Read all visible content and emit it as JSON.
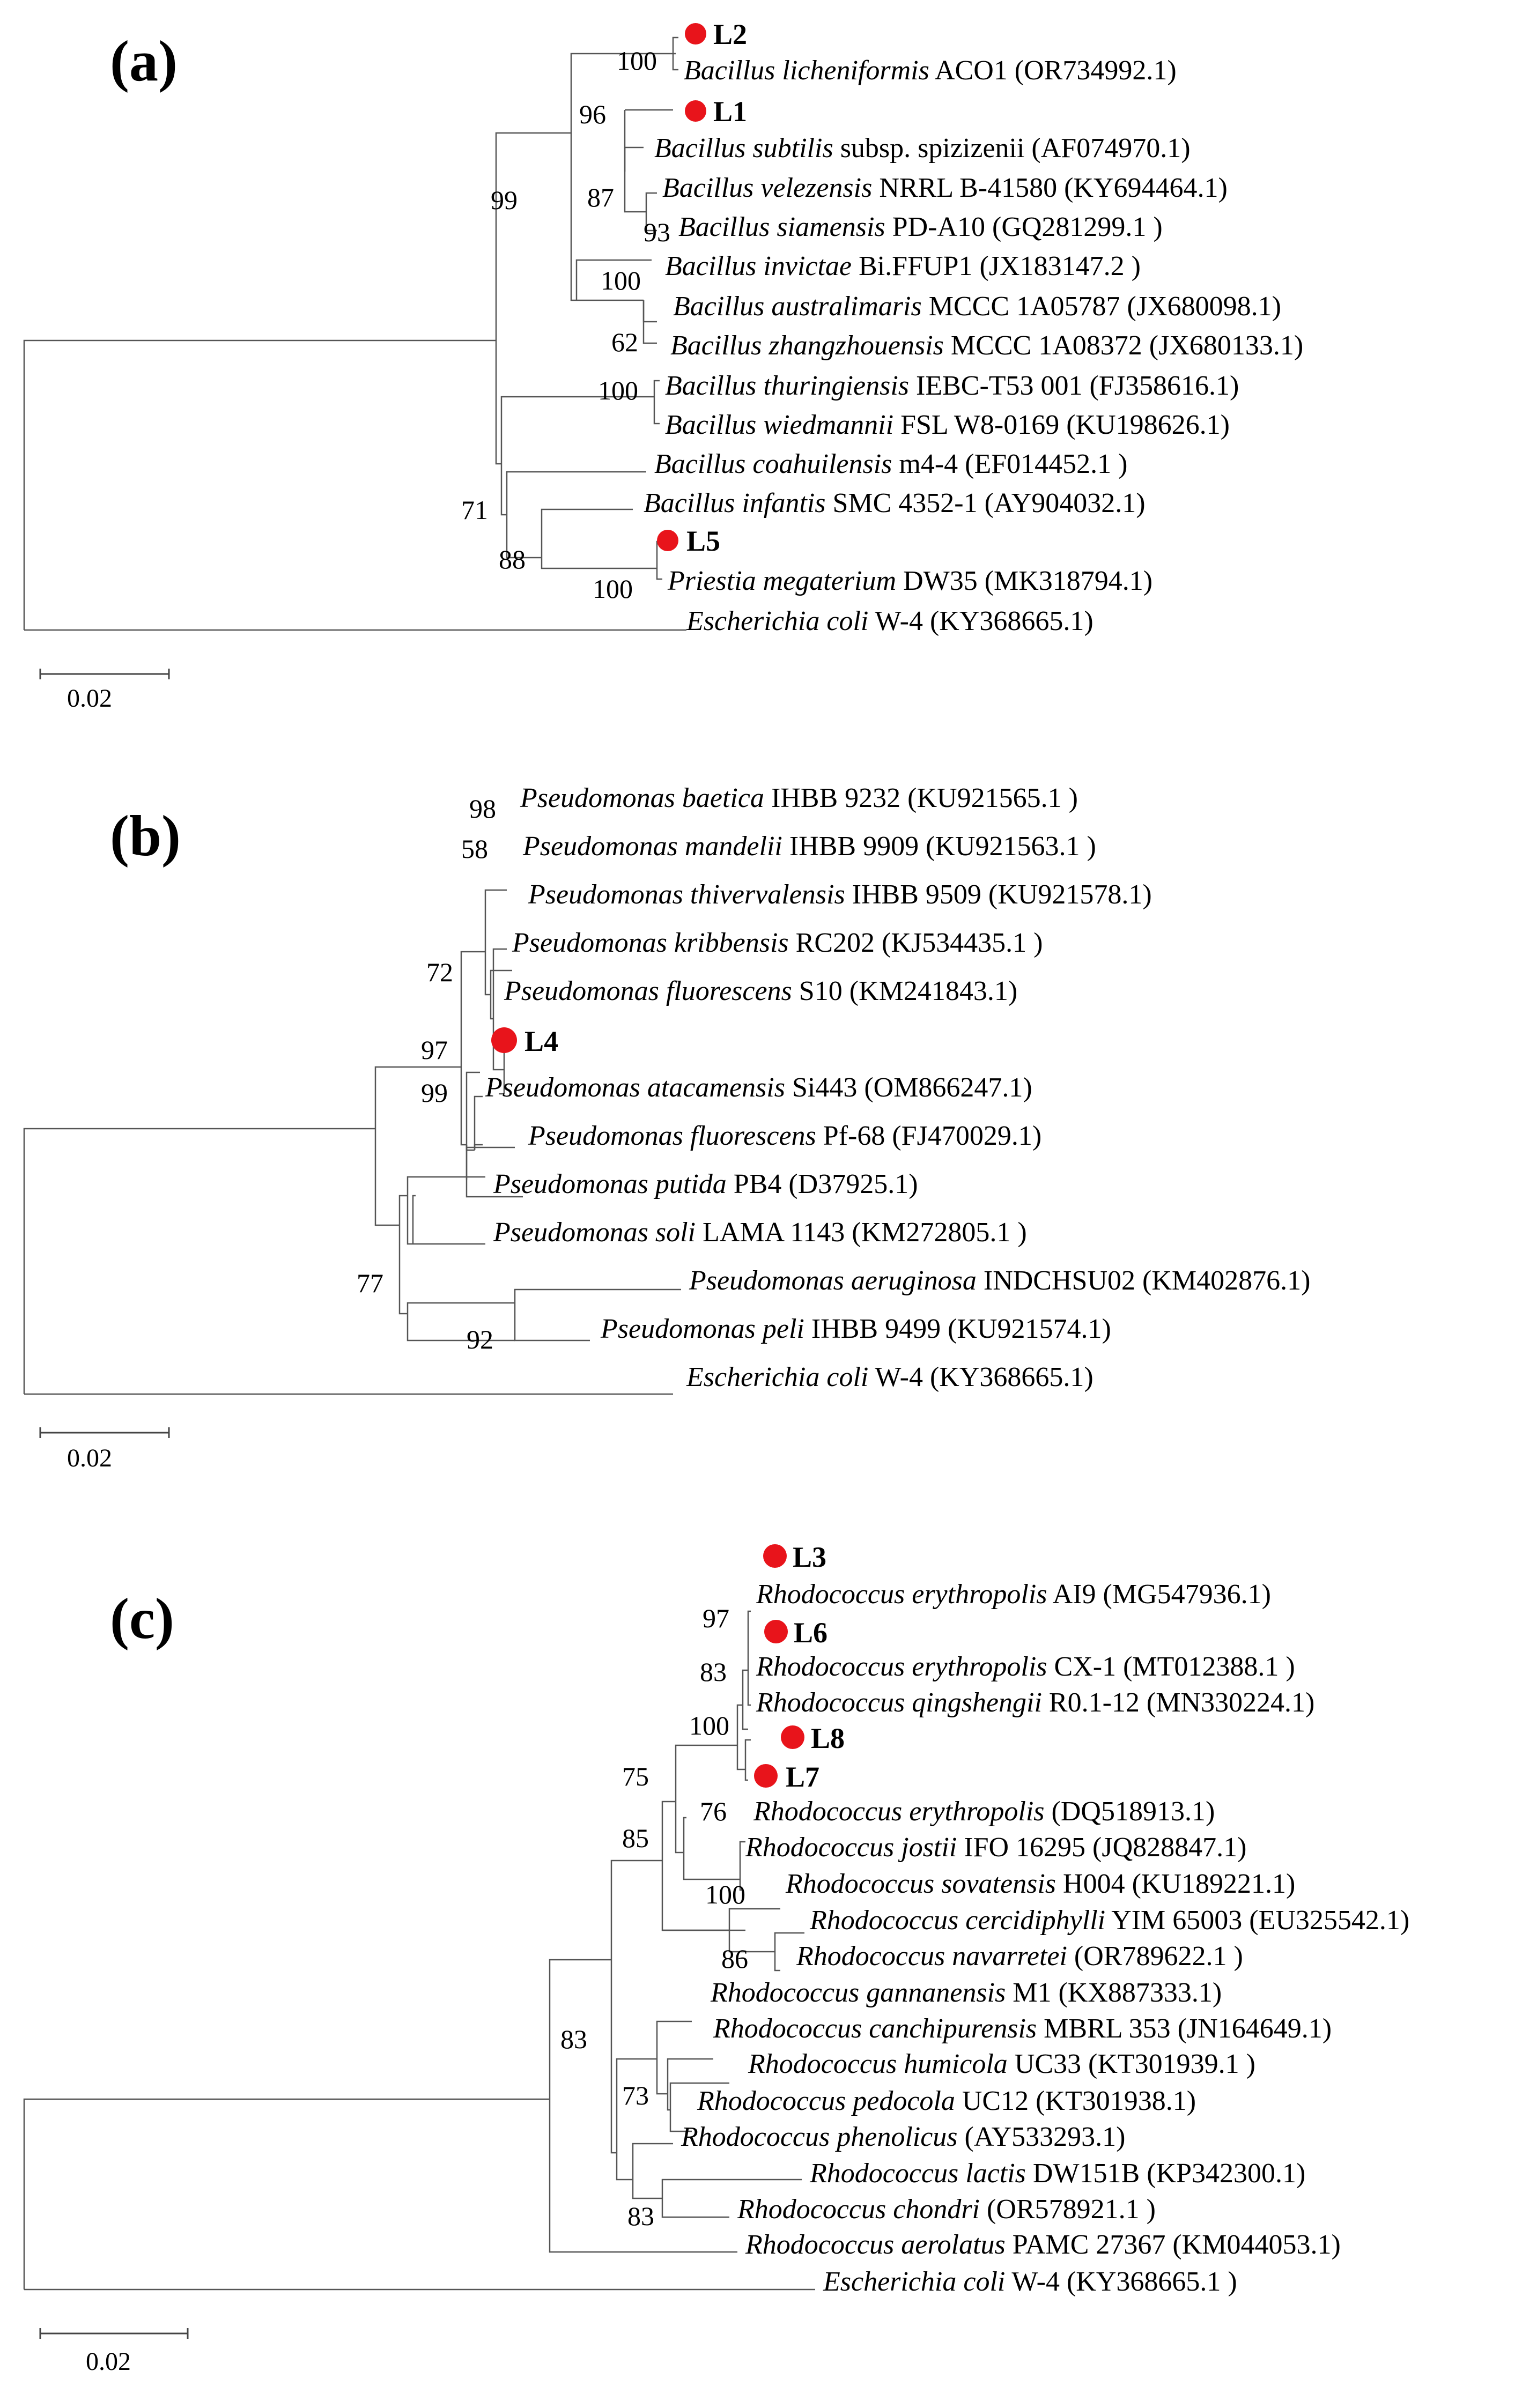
{
  "colors": {
    "marker": "#e8141b",
    "branch": "#555555",
    "text": "#000000"
  },
  "panels": [
    {
      "label": "(a)",
      "scale_bar": "0.02",
      "isolates": [
        "L2",
        "L1",
        "L5"
      ],
      "leaves": [
        {
          "species": "Bacillus licheniformis",
          "rest": "ACO1 (OR734992.1)"
        },
        {
          "species": "Bacillus subtilis",
          "rest": "subsp. spizizenii (AF074970.1)"
        },
        {
          "species": "Bacillus velezensis",
          "rest": "NRRL B-41580 (KY694464.1)"
        },
        {
          "species": "Bacillus siamensis",
          "rest": "PD-A10 (GQ281299.1 )"
        },
        {
          "species": "Bacillus invictae",
          "rest": "Bi.FFUP1 (JX183147.2 )"
        },
        {
          "species": "Bacillus australimaris",
          "rest": "MCCC 1A05787 (JX680098.1)"
        },
        {
          "species": "Bacillus zhangzhouensis",
          "rest": "MCCC 1A08372 (JX680133.1)"
        },
        {
          "species": "Bacillus thuringiensis",
          "rest": "IEBC-T53 001 (FJ358616.1)"
        },
        {
          "species": "Bacillus wiedmannii",
          "rest": "FSL W8-0169 (KU198626.1)"
        },
        {
          "species": "Bacillus coahuilensis",
          "rest": "m4-4 (EF014452.1 )"
        },
        {
          "species": "Bacillus infantis",
          "rest": "SMC 4352-1 (AY904032.1)"
        },
        {
          "species": "Priestia megaterium",
          "rest": "DW35 (MK318794.1)"
        },
        {
          "species": "Escherichia coli",
          "rest": "W-4 (KY368665.1)"
        }
      ],
      "bootstrap": [
        "100",
        "96",
        "87",
        "93",
        "99",
        "100",
        "62",
        "100",
        "71",
        "88",
        "100"
      ]
    },
    {
      "label": "(b)",
      "scale_bar": "0.02",
      "isolates": [
        "L4"
      ],
      "leaves": [
        {
          "species": "Pseudomonas baetica",
          "rest": "IHBB 9232 (KU921565.1 )"
        },
        {
          "species": "Pseudomonas mandelii",
          "rest": "IHBB 9909 (KU921563.1 )"
        },
        {
          "species": "Pseudomonas thivervalensis",
          "rest": "IHBB 9509 (KU921578.1)"
        },
        {
          "species": "Pseudomonas kribbensis",
          "rest": "RC202 (KJ534435.1 )"
        },
        {
          "species": "Pseudomonas fluorescens",
          "rest": "S10 (KM241843.1)"
        },
        {
          "species": "Pseudomonas atacamensis",
          "rest": "Si443 (OM866247.1)"
        },
        {
          "species": "Pseudomonas fluorescens",
          "rest": "Pf-68 (FJ470029.1)"
        },
        {
          "species": "Pseudomonas putida",
          "rest": "PB4 (D37925.1)"
        },
        {
          "species": "Pseudomonas soli",
          "rest": "LAMA 1143 (KM272805.1 )"
        },
        {
          "species": "Pseudomonas aeruginosa",
          "rest": "INDCHSU02 (KM402876.1)"
        },
        {
          "species": "Pseudomonas peli",
          "rest": "IHBB 9499 (KU921574.1)"
        },
        {
          "species": "Escherichia coli",
          "rest": "W-4 (KY368665.1)"
        }
      ],
      "bootstrap": [
        "98",
        "58",
        "72",
        "97",
        "99",
        "77",
        "92"
      ]
    },
    {
      "label": "(c)",
      "scale_bar": "0.02",
      "isolates": [
        "L3",
        "L6",
        "L8",
        "L7"
      ],
      "leaves": [
        {
          "species": "Rhodococcus erythropolis",
          "rest": " AI9 (MG547936.1)"
        },
        {
          "species": "Rhodococcus erythropolis",
          "rest": "CX-1 (MT012388.1 )"
        },
        {
          "species": "Rhodococcus qingshengii",
          "rest": "R0.1-12 (MN330224.1)"
        },
        {
          "species": "Rhodococcus erythropolis",
          "rest": "(DQ518913.1)"
        },
        {
          "species": "Rhodococcus jostii",
          "rest": "IFO 16295 (JQ828847.1)"
        },
        {
          "species": "Rhodococcus sovatensis",
          "rest": "H004 (KU189221.1)"
        },
        {
          "species": "Rhodococcus cercidiphylli",
          "rest": "YIM 65003 (EU325542.1)"
        },
        {
          "species": "Rhodococcus navarretei",
          "rest": "(OR789622.1 )"
        },
        {
          "species": "Rhodococcus gannanensis",
          "rest": "M1 (KX887333.1)"
        },
        {
          "species": "Rhodococcus canchipurensis",
          "rest": "MBRL 353 (JN164649.1)"
        },
        {
          "species": "Rhodococcus humicola",
          "rest": "UC33 (KT301939.1 )"
        },
        {
          "species": "Rhodococcus pedocola",
          "rest": "UC12 (KT301938.1)"
        },
        {
          "species": "Rhodococcus phenolicus",
          "rest": "(AY533293.1)"
        },
        {
          "species": "Rhodococcus lactis",
          "rest": "DW151B (KP342300.1)"
        },
        {
          "species": "Rhodococcus chondri",
          "rest": "(OR578921.1 )"
        },
        {
          "species": "Rhodococcus aerolatus",
          "rest": "PAMC 27367 (KM044053.1)"
        },
        {
          "species": "Escherichia coli",
          "rest": "W-4 (KY368665.1 )"
        }
      ],
      "bootstrap": [
        "97",
        "83",
        "100",
        "75",
        "76",
        "85",
        "100",
        "86",
        "83",
        "73",
        "83"
      ]
    }
  ]
}
